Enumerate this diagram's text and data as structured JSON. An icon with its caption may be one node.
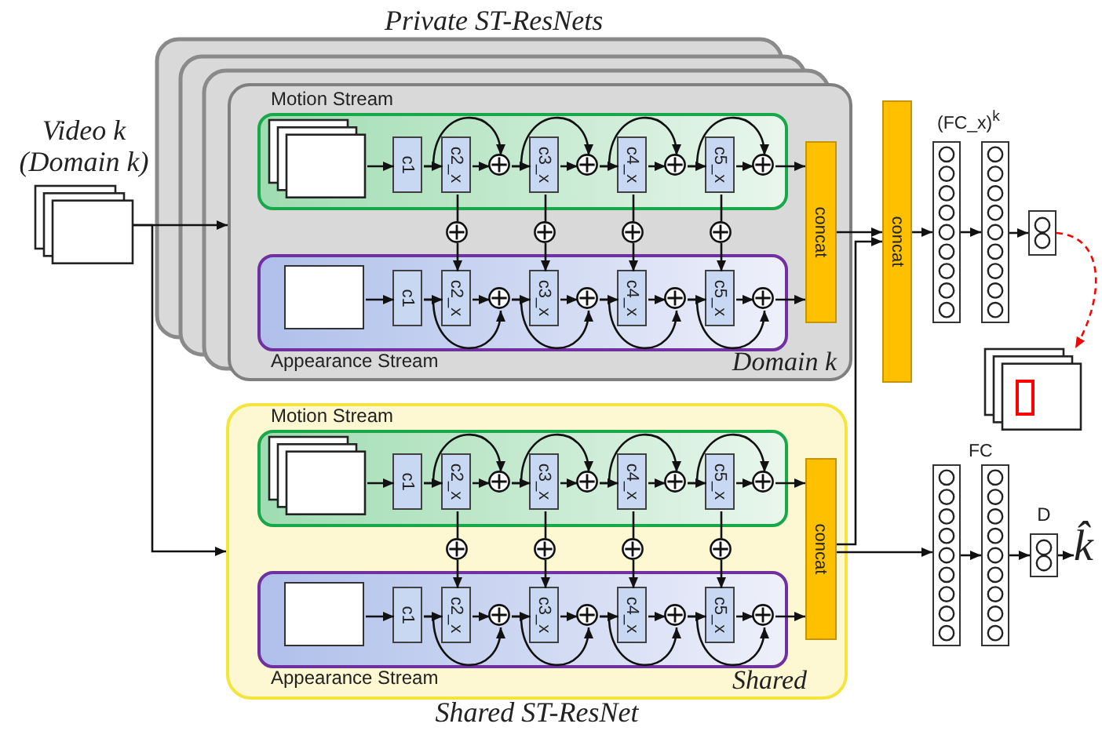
{
  "diagram": {
    "nodes": [
      {
        "text": [
          "Video k (Domain k)"
        ]
      },
      {
        "text": [
          "Private ST-ResNets",
          "Domain k"
        ]
      },
      {
        "text": [
          "Motion Stream"
        ],
        "in": 1
      },
      {
        "text": [],
        "shape": "box",
        "in": 2
      },
      {
        "text": [
          "c1"
        ],
        "in": 2
      },
      {
        "text": [
          "c2_x"
        ],
        "in": 2
      },
      {
        "text": [],
        "shape": "circle",
        "in": 2
      },
      {
        "text": [
          "c3_x"
        ],
        "in": 2
      },
      {
        "text": [],
        "shape": "circle",
        "in": 2
      },
      {
        "text": [
          "c4_x"
        ],
        "in": 2
      },
      {
        "text": [],
        "shape": "circle",
        "in": 2
      },
      {
        "text": [
          "c5_x"
        ],
        "in": 2
      },
      {
        "text": [],
        "shape": "circle",
        "in": 2
      },
      {
        "text": [
          "Appearance Stream"
        ],
        "in": 1
      },
      {
        "text": [],
        "shape": "box",
        "in": 13
      },
      {
        "text": [
          "c1"
        ],
        "in": 13
      },
      {
        "text": [
          "c2_x"
        ],
        "in": 13
      },
      {
        "text": [],
        "shape": "circle",
        "in": 13
      },
      {
        "text": [
          "c3_x"
        ],
        "in": 13
      },
      {
        "text": [],
        "shape": "circle",
        "in": 13
      },
      {
        "text": [
          "c4_x"
        ],
        "in": 13
      },
      {
        "text": [],
        "shape": "circle",
        "in": 13
      },
      {
        "text": [
          "c5_x"
        ],
        "in": 13
      },
      {
        "text": [],
        "shape": "circle",
        "in": 13
      },
      {
        "text": [],
        "shape": "circle",
        "in": 1
      },
      {
        "text": [],
        "shape": "circle",
        "in": 1
      },
      {
        "text": [],
        "shape": "circle",
        "in": 1
      },
      {
        "text": [],
        "shape": "circle",
        "in": 1
      },
      {
        "text": [
          "concat"
        ],
        "in": 1
      },
      {
        "text": [
          "Shared",
          "Shared ST-ResNet"
        ]
      },
      {
        "text": [
          "Motion Stream"
        ],
        "in": 29
      },
      {
        "text": [],
        "shape": "box",
        "in": 30
      },
      {
        "text": [
          "c1"
        ],
        "in": 30
      },
      {
        "text": [
          "c2_x"
        ],
        "in": 30
      },
      {
        "text": [],
        "shape": "circle",
        "in": 30
      },
      {
        "text": [
          "c3_x"
        ],
        "in": 30
      },
      {
        "text": [],
        "shape": "circle",
        "in": 30
      },
      {
        "text": [
          "c4_x"
        ],
        "in": 30
      },
      {
        "text": [],
        "shape": "circle",
        "in": 30
      },
      {
        "text": [
          "c5_x"
        ],
        "in": 30
      },
      {
        "text": [],
        "shape": "circle",
        "in": 30
      },
      {
        "text": [
          "Appearance Stream"
        ],
        "in": 29
      },
      {
        "text": [],
        "shape": "box",
        "in": 41
      },
      {
        "text": [
          "c1"
        ],
        "in": 41
      },
      {
        "text": [
          "c2_x"
        ],
        "in": 41
      },
      {
        "text": [],
        "shape": "circle",
        "in": 41
      },
      {
        "text": [
          "c3_x"
        ],
        "in": 41
      },
      {
        "text": [],
        "shape": "circle",
        "in": 41
      },
      {
        "text": [
          "c4_x"
        ],
        "in": 41
      },
      {
        "text": [],
        "shape": "circle",
        "in": 41
      },
      {
        "text": [
          "c5_x"
        ],
        "in": 41
      },
      {
        "text": [],
        "shape": "circle",
        "in": 41
      },
      {
        "text": [],
        "shape": "circle",
        "in": 29
      },
      {
        "text": [],
        "shape": "circle",
        "in": 29
      },
      {
        "text": [],
        "shape": "circle",
        "in": 29
      },
      {
        "text": [],
        "shape": "circle",
        "in": 29
      },
      {
        "text": [
          "concat"
        ],
        "in": 29
      },
      {
        "text": [
          "concat"
        ]
      },
      {
        "text": [],
        "shape": "bar"
      },
      {
        "text": [],
        "shape": "bar"
      },
      {
        "text": [],
        "shape": "box"
      },
      {
        "text": [],
        "shape": "picture"
      },
      {
        "text": [],
        "shape": "bar"
      },
      {
        "text": [],
        "shape": "bar"
      },
      {
        "text": [
          "D"
        ]
      },
      {
        "text": [
          "k̂"
        ]
      }
    ],
    "edges": [
      {
        "from": 3,
        "to": 4,
        "arrow": "to"
      },
      {
        "from": 4,
        "to": 5,
        "arrow": "to"
      },
      {
        "from": 5,
        "to": 6,
        "arrow": "to"
      },
      {
        "from": 6,
        "to": 7,
        "arrow": "to"
      },
      {
        "from": 7,
        "to": 8,
        "arrow": "to"
      },
      {
        "from": 8,
        "to": 9,
        "arrow": "to"
      },
      {
        "from": 9,
        "to": 10,
        "arrow": "to"
      },
      {
        "from": 10,
        "to": 11,
        "arrow": "to"
      },
      {
        "from": 11,
        "to": 12,
        "arrow": "to"
      },
      {
        "from": 12,
        "to": 28,
        "arrow": "to"
      },
      {
        "from": 4,
        "to": 6,
        "arrow": "to"
      },
      {
        "from": 6,
        "to": 8,
        "arrow": "to"
      },
      {
        "from": 8,
        "to": 10,
        "arrow": "to"
      },
      {
        "from": 10,
        "to": 12,
        "arrow": "to"
      },
      {
        "from": 14,
        "to": 15,
        "arrow": "to"
      },
      {
        "from": 15,
        "to": 16,
        "arrow": "to"
      },
      {
        "from": 16,
        "to": 17,
        "arrow": "to"
      },
      {
        "from": 17,
        "to": 18,
        "arrow": "to"
      },
      {
        "from": 18,
        "to": 19,
        "arrow": "to"
      },
      {
        "from": 19,
        "to": 20,
        "arrow": "to"
      },
      {
        "from": 20,
        "to": 21,
        "arrow": "to"
      },
      {
        "from": 21,
        "to": 22,
        "arrow": "to"
      },
      {
        "from": 22,
        "to": 23,
        "arrow": "to"
      },
      {
        "from": 23,
        "to": 28,
        "arrow": "to"
      },
      {
        "from": 15,
        "to": 17,
        "arrow": "to"
      },
      {
        "from": 17,
        "to": 19,
        "arrow": "to"
      },
      {
        "from": 19,
        "to": 21,
        "arrow": "to"
      },
      {
        "from": 21,
        "to": 23,
        "arrow": "to"
      },
      {
        "from": 5,
        "to": 24,
        "arrow": "none"
      },
      {
        "from": 24,
        "to": 16,
        "arrow": "to"
      },
      {
        "from": 7,
        "to": 25,
        "arrow": "none"
      },
      {
        "from": 25,
        "to": 18,
        "arrow": "to"
      },
      {
        "from": 9,
        "to": 26,
        "arrow": "none"
      },
      {
        "from": 26,
        "to": 20,
        "arrow": "to"
      },
      {
        "from": 11,
        "to": 27,
        "arrow": "none"
      },
      {
        "from": 27,
        "to": 22,
        "arrow": "to"
      },
      {
        "from": 31,
        "to": 32,
        "arrow": "to"
      },
      {
        "from": 32,
        "to": 33,
        "arrow": "to"
      },
      {
        "from": 33,
        "to": 34,
        "arrow": "to"
      },
      {
        "from": 34,
        "to": 35,
        "arrow": "to"
      },
      {
        "from": 35,
        "to": 36,
        "arrow": "to"
      },
      {
        "from": 36,
        "to": 37,
        "arrow": "to"
      },
      {
        "from": 37,
        "to": 38,
        "arrow": "to"
      },
      {
        "from": 38,
        "to": 39,
        "arrow": "to"
      },
      {
        "from": 39,
        "to": 40,
        "arrow": "to"
      },
      {
        "from": 40,
        "to": 56,
        "arrow": "to"
      },
      {
        "from": 32,
        "to": 34,
        "arrow": "to"
      },
      {
        "from": 34,
        "to": 36,
        "arrow": "to"
      },
      {
        "from": 36,
        "to": 38,
        "arrow": "to"
      },
      {
        "from": 38,
        "to": 40,
        "arrow": "to"
      },
      {
        "from": 42,
        "to": 43,
        "arrow": "to"
      },
      {
        "from": 43,
        "to": 44,
        "arrow": "to"
      },
      {
        "from": 44,
        "to": 45,
        "arrow": "to"
      },
      {
        "from": 45,
        "to": 46,
        "arrow": "to"
      },
      {
        "from": 46,
        "to": 47,
        "arrow": "to"
      },
      {
        "from": 47,
        "to": 48,
        "arrow": "to"
      },
      {
        "from": 48,
        "to": 49,
        "arrow": "to"
      },
      {
        "from": 49,
        "to": 50,
        "arrow": "to"
      },
      {
        "from": 50,
        "to": 51,
        "arrow": "to"
      },
      {
        "from": 51,
        "to": 56,
        "arrow": "to"
      },
      {
        "from": 43,
        "to": 45,
        "arrow": "to"
      },
      {
        "from": 45,
        "to": 47,
        "arrow": "to"
      },
      {
        "from": 47,
        "to": 49,
        "arrow": "to"
      },
      {
        "from": 49,
        "to": 51,
        "arrow": "to"
      },
      {
        "from": 33,
        "to": 52,
        "arrow": "none"
      },
      {
        "from": 52,
        "to": 44,
        "arrow": "to"
      },
      {
        "from": 35,
        "to": 53,
        "arrow": "none"
      },
      {
        "from": 53,
        "to": 46,
        "arrow": "to"
      },
      {
        "from": 37,
        "to": 54,
        "arrow": "none"
      },
      {
        "from": 54,
        "to": 48,
        "arrow": "to"
      },
      {
        "from": 39,
        "to": 55,
        "arrow": "none"
      },
      {
        "from": 55,
        "to": 50,
        "arrow": "to"
      },
      {
        "from": 0,
        "to": 1,
        "arrow": "to"
      },
      {
        "from": 0,
        "to": 29,
        "arrow": "to"
      },
      {
        "from": 28,
        "to": 57,
        "arrow": "to"
      },
      {
        "from": 56,
        "to": 57,
        "arrow": "to"
      },
      {
        "from": 56,
        "to": 62,
        "arrow": "to"
      },
      {
        "from": 57,
        "to": 58,
        "arrow": "to"
      },
      {
        "from": 58,
        "to": 59,
        "arrow": "to"
      },
      {
        "from": 59,
        "to": 60,
        "arrow": "to"
      },
      {
        "from": 60,
        "to": 61,
        "arrow": "to",
        "style": "dashed",
        "color": "#ff0000"
      },
      {
        "from": 62,
        "to": 63,
        "arrow": "to"
      },
      {
        "from": 63,
        "to": 64,
        "arrow": "to"
      },
      {
        "from": 64,
        "to": 65,
        "arrow": "to"
      }
    ],
    "labels": [
      "(FC_x)$^{k}$",
      "FC"
    ]
  }
}
